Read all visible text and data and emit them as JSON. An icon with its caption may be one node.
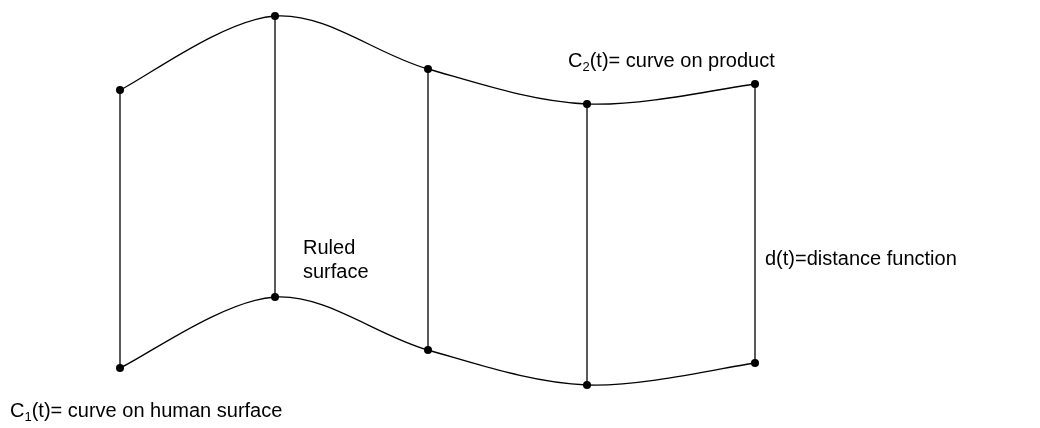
{
  "diagram": {
    "labels": [
      "C$_{2}$(t)= curve on product",
      "Ruled surface",
      "d(t)=distance function",
      "C$_{1}$(t)= curve on human surface"
    ]
  }
}
